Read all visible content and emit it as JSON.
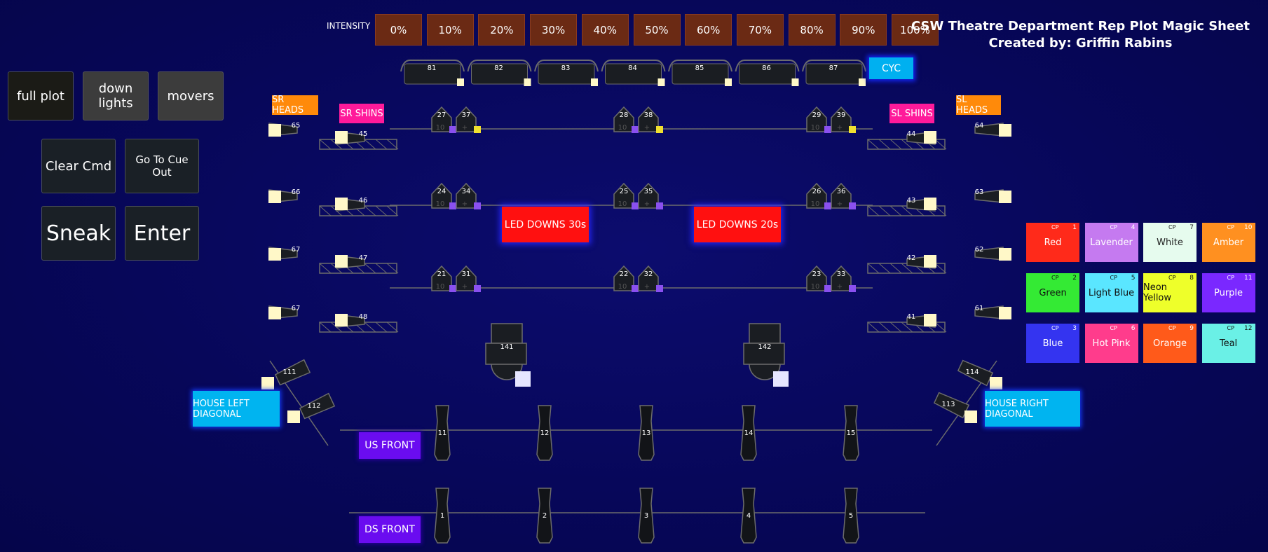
{
  "intensity_label": "INTENSITY",
  "intensity": [
    "0%",
    "10%",
    "20%",
    "30%",
    "40%",
    "50%",
    "60%",
    "70%",
    "80%",
    "90%",
    "100%"
  ],
  "title": {
    "line1": "CSW Theatre Department Rep Plot Magic Sheet",
    "line2": "Created by: Griffin Rabins"
  },
  "views": {
    "full_plot": "full plot",
    "down_lights": "down lights",
    "movers": "movers"
  },
  "commands": {
    "clear_cmd": "Clear Cmd",
    "go_to_cue_out": "Go To Cue Out",
    "sneak": "Sneak",
    "enter": "Enter"
  },
  "cyc": {
    "label": "CYC",
    "channels": [
      "81",
      "82",
      "83",
      "84",
      "85",
      "86",
      "87"
    ]
  },
  "groups": {
    "sr_heads": "SR HEADS",
    "sr_shins": "SR SHINS",
    "sl_shins": "SL SHINS",
    "sl_heads": "SL HEADS"
  },
  "led_downs": {
    "left": "LED DOWNS 30s",
    "right": "LED DOWNS 20s"
  },
  "pipes": {
    "row1": [
      "27",
      "37",
      "28",
      "38",
      "29",
      "39"
    ],
    "row2": [
      "24",
      "34",
      "25",
      "35",
      "26",
      "36"
    ],
    "row3": [
      "21",
      "31",
      "22",
      "32",
      "23",
      "33"
    ]
  },
  "booms": {
    "sr_heads": [
      "65",
      "66",
      "67",
      "67"
    ],
    "sr_shins": [
      "45",
      "46",
      "47",
      "48"
    ],
    "sl_shins": [
      "44",
      "43",
      "42",
      "41"
    ],
    "sl_heads": [
      "64",
      "63",
      "62",
      "61"
    ]
  },
  "movers": [
    "141",
    "142"
  ],
  "house": {
    "left": "HOUSE LEFT DIAGONAL",
    "right": "HOUSE RIGHT DIAGONAL",
    "left_ch": [
      "111",
      "112"
    ],
    "right_ch": [
      "114",
      "113"
    ]
  },
  "fronts": {
    "us_label": "US FRONT",
    "ds_label": "DS FRONT",
    "us": [
      "11",
      "12",
      "13",
      "14",
      "15"
    ],
    "ds": [
      "1",
      "2",
      "3",
      "4",
      "5"
    ]
  },
  "color_palettes": [
    {
      "name": "Red",
      "num": "1",
      "color": "#ff2a1a",
      "text": "#ffffff"
    },
    {
      "name": "Lavender",
      "num": "4",
      "color": "#c57af0",
      "text": "#ffffff"
    },
    {
      "name": "White",
      "num": "7",
      "color": "#e6fbee",
      "text": "#222222"
    },
    {
      "name": "Amber",
      "num": "10",
      "color": "#ff9020",
      "text": "#ffffff"
    },
    {
      "name": "Green",
      "num": "2",
      "color": "#34ea34",
      "text": "#111111"
    },
    {
      "name": "Light Blue",
      "num": "5",
      "color": "#5ae6ff",
      "text": "#111111"
    },
    {
      "name": "Neon Yellow",
      "num": "8",
      "color": "#eeff2a",
      "text": "#111111"
    },
    {
      "name": "Purple",
      "num": "11",
      "color": "#7a28ff",
      "text": "#ffffff"
    },
    {
      "name": "Blue",
      "num": "3",
      "color": "#3434f0",
      "text": "#ffffff"
    },
    {
      "name": "Hot Pink",
      "num": "6",
      "color": "#ff3c8c",
      "text": "#ffffff"
    },
    {
      "name": "Orange",
      "num": "9",
      "color": "#ff5a1a",
      "text": "#ffffff"
    },
    {
      "name": "Teal",
      "num": "12",
      "color": "#6af0e6",
      "text": "#111111"
    }
  ],
  "cp_tag": "CP",
  "fixture_level_text": "10"
}
